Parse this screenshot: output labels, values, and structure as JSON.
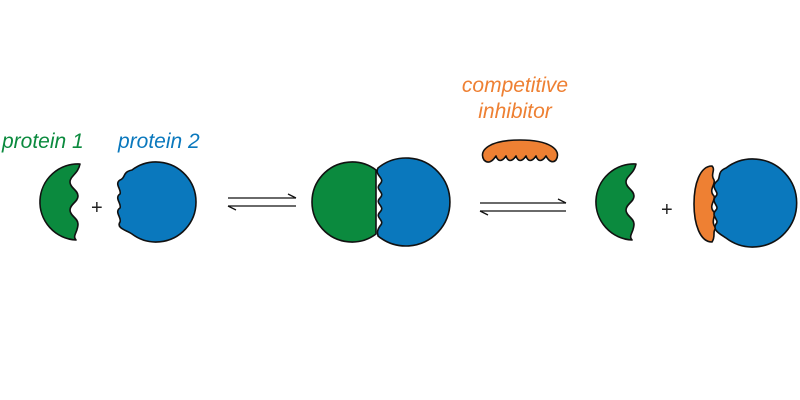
{
  "labels": {
    "protein1": "protein 1",
    "protein2": "protein 2",
    "inhibitor": "competitive inhibitor"
  },
  "symbols": {
    "plus": "+"
  },
  "colors": {
    "protein1": "#0b8a3e",
    "protein2": "#0a78bd",
    "inhibitor": "#ee8033",
    "outline": "#111111"
  }
}
